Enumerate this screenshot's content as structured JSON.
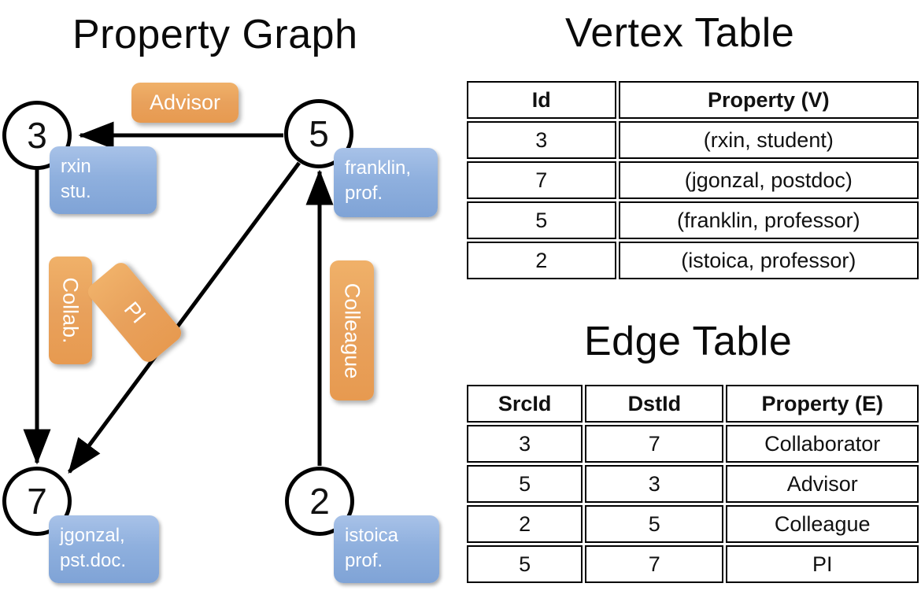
{
  "titles": {
    "property_graph": "Property Graph",
    "vertex_table": "Vertex Table",
    "edge_table": "Edge Table"
  },
  "graph": {
    "nodes": [
      {
        "id": "3",
        "property": "rxin\nstu.",
        "name_line": "rxin",
        "role_line": "stu."
      },
      {
        "id": "5",
        "property": "franklin, prof.",
        "name_line": "franklin,",
        "role_line": "prof."
      },
      {
        "id": "7",
        "property": "jgonzal, pst.doc.",
        "name_line": "jgonzal,",
        "role_line": "pst.doc."
      },
      {
        "id": "2",
        "property": "istoica prof.",
        "name_line": "istoica",
        "role_line": "prof."
      }
    ],
    "edge_labels": {
      "advisor": "Advisor",
      "collab": "Collab.",
      "pi": "PI",
      "colleague": "Colleague"
    },
    "edges": [
      {
        "src": "5",
        "dst": "3",
        "label": "Advisor"
      },
      {
        "src": "3",
        "dst": "7",
        "label": "Collab."
      },
      {
        "src": "5",
        "dst": "7",
        "label": "PI"
      },
      {
        "src": "2",
        "dst": "5",
        "label": "Colleague"
      }
    ]
  },
  "vertex_table": {
    "columns": [
      "Id",
      "Property (V)"
    ],
    "rows": [
      {
        "id": "3",
        "property": "(rxin, student)"
      },
      {
        "id": "7",
        "property": "(jgonzal, postdoc)"
      },
      {
        "id": "5",
        "property": "(franklin, professor)"
      },
      {
        "id": "2",
        "property": "(istoica, professor)"
      }
    ]
  },
  "edge_table": {
    "columns": [
      "SrcId",
      "DstId",
      "Property (E)"
    ],
    "rows": [
      {
        "src": "3",
        "dst": "7",
        "property": "Collaborator"
      },
      {
        "src": "5",
        "dst": "3",
        "property": "Advisor"
      },
      {
        "src": "2",
        "dst": "5",
        "property": "Colleague"
      },
      {
        "src": "5",
        "dst": "7",
        "property": "PI"
      }
    ]
  },
  "colors": {
    "vertex_property_fill": "#ccd9ee",
    "edge_property_fill": "#f5ddc2",
    "node_property_box": "#8fb0de",
    "edge_label_box": "#e8a15c",
    "stroke": "#000000",
    "background": "#ffffff"
  }
}
